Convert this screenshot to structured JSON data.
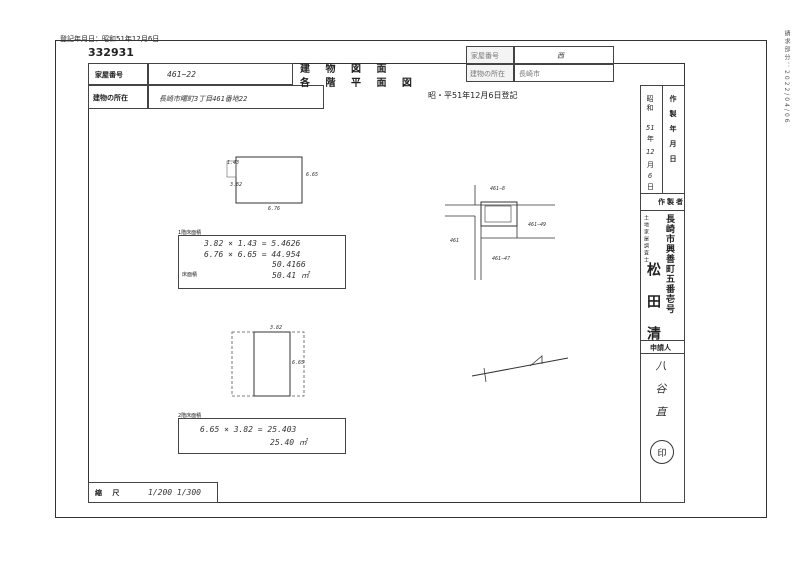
{
  "header": {
    "registration_date": "登記年月日：昭和51年12月6日",
    "doc_number": "332931",
    "side_stamp": "請求部分：2022/04/06"
  },
  "form": {
    "house_number_label": "家屋番号",
    "house_number_value": "461−22",
    "location_label": "建物の所在",
    "location_value": "長崎市曙町3丁目461番地22",
    "title_line1": "建 物 図 面",
    "title_line2": "各 階 平 面 図",
    "top_right_label1": "家屋番号",
    "top_right_value1": "西",
    "top_right_label2": "建物の所在",
    "top_right_value2": "長崎市",
    "reg_note": "昭・平51年12月6日登記"
  },
  "right_panel": {
    "era": "昭和",
    "year_num": "51",
    "year_label": "年",
    "month_num": "12",
    "month_label": "月",
    "day_num": "6",
    "day_label": "日",
    "made_date_label": "作製年月日",
    "maker_label": "作製者",
    "maker_small": "土地家屋調査士",
    "maker_address": "長崎市興善町五番壱号",
    "maker_name": "松田清",
    "applicant_label": "申請人",
    "applicant_name": "八谷直",
    "seal": "印"
  },
  "floors": {
    "floor1_label": "1階床面積",
    "floor1_line1": "3.82 × 1.43 = 5.4626",
    "floor1_line2": "6.76 × 6.65 = 44.954",
    "floor1_line3": "50.4166",
    "floor1_total_label": "床面積",
    "floor1_total": "50.41 ㎡",
    "floor2_label": "2階床面積",
    "floor2_line1": "6.65 × 3.82 = 25.403",
    "floor2_total": "25.40 ㎡",
    "dim_top1": "3.82",
    "dim_side1": "6.65",
    "dim_bottom1": "6.76",
    "dim_small1": "1.43",
    "dim_top2": "3.82",
    "dim_side2": "6.65"
  },
  "site": {
    "label_a": "461−8",
    "label_b": "461−47",
    "label_c": "461−49",
    "label_d": "461"
  },
  "footer": {
    "scale_label": "縮 尺",
    "scale_value": "1/200  1/300"
  }
}
